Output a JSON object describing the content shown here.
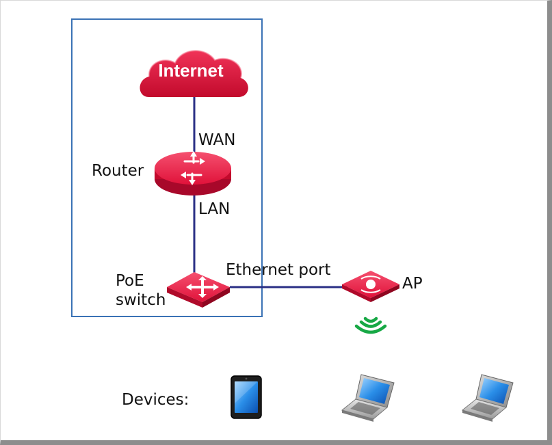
{
  "nodes": {
    "internet": "Internet",
    "router": "Router",
    "poe_switch_line1": "PoE",
    "poe_switch_line2": "switch",
    "ap": "AP"
  },
  "links": {
    "wan": "WAN",
    "lan": "LAN",
    "ethernet": "Ethernet port"
  },
  "devices": {
    "label": "Devices:",
    "items": [
      "tablet",
      "laptop",
      "laptop"
    ]
  },
  "colors": {
    "device_red": "#e0123a",
    "link_blue": "#2a2f85",
    "group_border": "#3a72b5",
    "wifi_green": "#17a845"
  }
}
